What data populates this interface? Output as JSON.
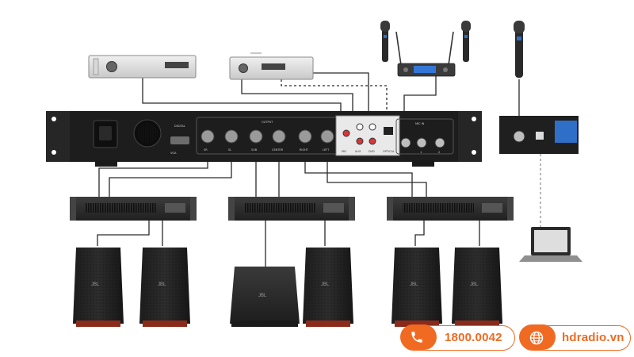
{
  "mixer_panel": {
    "output_label": "OUTPUT",
    "digital_label": "DIGITAL",
    "channels": [
      "SR",
      "SL",
      "SUB",
      "CENTER",
      "RIGHT",
      "LEFT"
    ],
    "rca_labels": [
      "MIC",
      "AUX",
      "DVD"
    ],
    "optical_label": "OPTICAL",
    "mic_in_label": "MIC IN",
    "mic_numbers": [
      "1",
      "2"
    ],
    "vga_label": "VGA"
  },
  "contact": {
    "phone": "1800.0042",
    "website": "hdradio.vn",
    "phone_icon": "phone-icon",
    "globe_icon": "globe-icon",
    "accent_color": "#f06a22"
  },
  "speakers": {
    "brand": "JBL"
  }
}
